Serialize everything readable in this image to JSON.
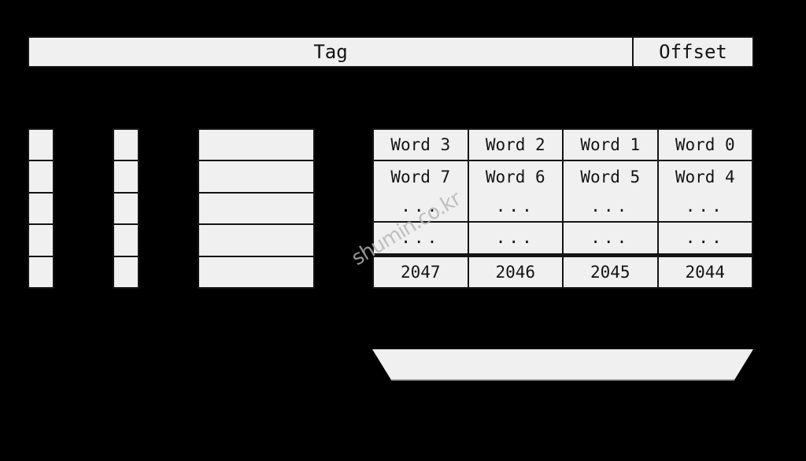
{
  "colors": {
    "background": "#000000",
    "box_fill": "#f0f0f0",
    "border": "#141414",
    "text": "#141414",
    "watermark": "#b5b5b5"
  },
  "address_bar": {
    "tag": "Tag",
    "offset": "Offset"
  },
  "memory_table": {
    "rows": [
      [
        "Word 3",
        "Word 2",
        "Word 1",
        "Word 0"
      ],
      [
        "Word 7",
        "Word 6",
        "Word 5",
        "Word 4"
      ],
      [
        "...",
        "...",
        "...",
        "..."
      ],
      [
        "...",
        "...",
        "...",
        "..."
      ],
      [
        "2047",
        "2046",
        "2045",
        "2044"
      ]
    ]
  },
  "watermark": {
    "text": "shumin.co.kr"
  }
}
